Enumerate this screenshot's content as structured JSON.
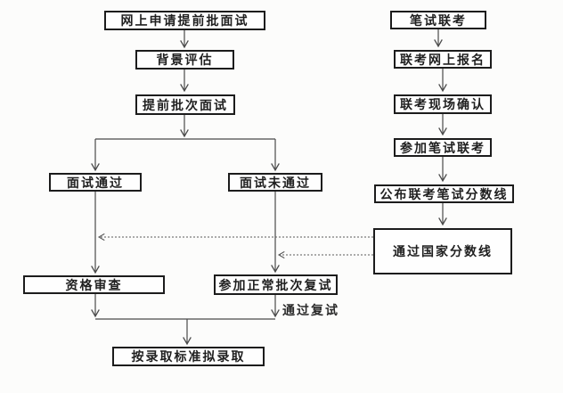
{
  "diagram": {
    "left_flow": {
      "apply_online": "网上申请提前批面试",
      "background_eval": "背景评估",
      "early_interview": "提前批次面试",
      "interview_passed": "面试通过",
      "interview_failed": "面试未通过",
      "qualification_review": "资格审查",
      "normal_retest": "参加正常批次复试",
      "final_admission": "按录取标准拟录取"
    },
    "right_flow": {
      "written_exam": "笔试联考",
      "online_registration": "联考网上报名",
      "onsite_confirmation": "联考现场确认",
      "take_exam": "参加笔试联考",
      "score_line_announced": "公布联考笔试分数线",
      "pass_national_line": "通过国家分数线"
    },
    "edge_labels": {
      "pass_retest": "通过复试"
    },
    "colors": {
      "box_border": "#1c1c1c",
      "line": "#4a4a4a",
      "dashed_line": "#5a5a5a",
      "background": "#fcfcfb"
    }
  }
}
